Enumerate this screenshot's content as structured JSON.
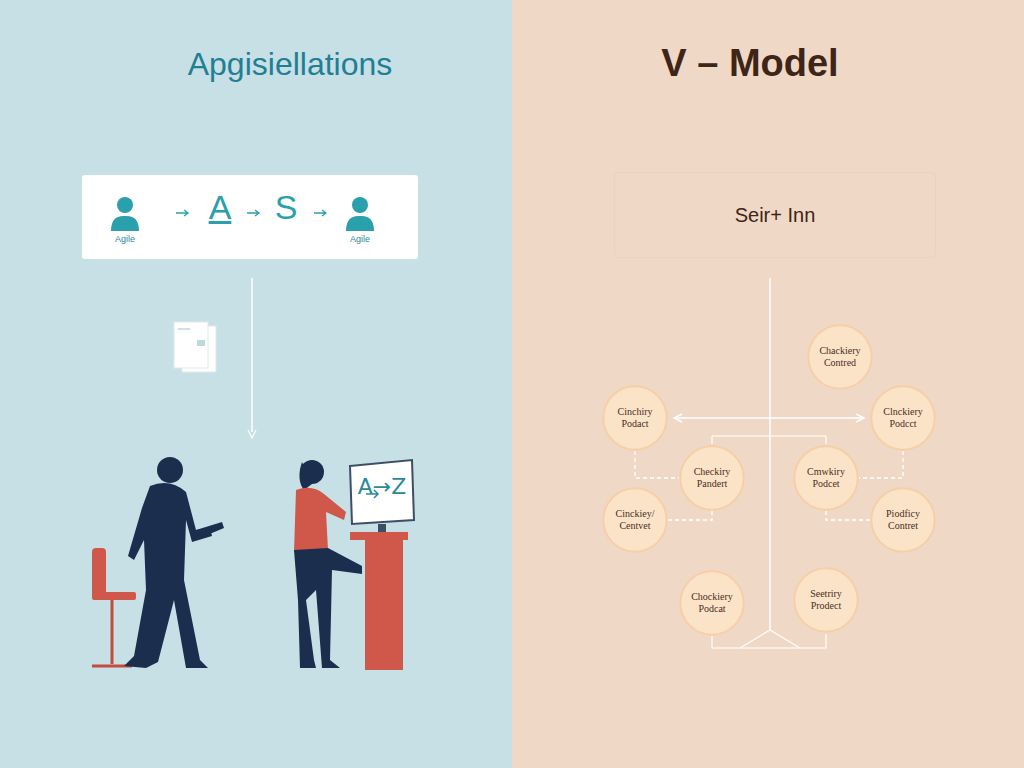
{
  "diagram": {
    "title": "Apgisiellations",
    "nodes": [
      {
        "text": [
          "Agile",
          "A",
          "S",
          "Agile"
        ]
      },
      {
        "text": [
          "Seir+ Inn"
        ]
      },
      {
        "text": [
          "Chackiery Contred"
        ]
      },
      {
        "text": [
          "Cinchiry Podact"
        ]
      },
      {
        "text": [
          "Clnckiery Podcct"
        ]
      },
      {
        "text": [
          "Checkiry Pandert"
        ]
      },
      {
        "text": [
          "Cmwkiry Podcet"
        ]
      },
      {
        "text": [
          "Cinckiey/ Centvet"
        ]
      },
      {
        "text": [
          "Piodficy Contret"
        ]
      },
      {
        "text": [
          "Chockiery Podcat"
        ]
      },
      {
        "text": [
          "Seetriry Prodect"
        ]
      }
    ],
    "edges": [
      {
        "from": 3,
        "to": 5,
        "arrow": "none"
      },
      {
        "from": 5,
        "to": 7,
        "arrow": "none"
      },
      {
        "from": 4,
        "to": 6,
        "arrow": "none"
      },
      {
        "from": 6,
        "to": 8,
        "arrow": "none"
      }
    ],
    "labels": [
      "V – Model",
      "A→Z"
    ]
  }
}
